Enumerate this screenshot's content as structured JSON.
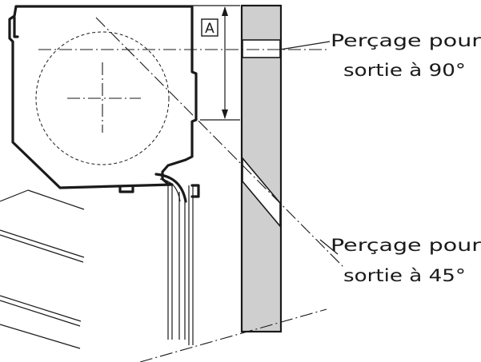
{
  "diagram": {
    "labels": {
      "drill_90_line1": "Perçage pour",
      "drill_90_line2": "sortie à 90°",
      "drill_45_line1": "Perçage pour",
      "drill_45_line2": "sortie à 45°",
      "dimension_marker": "A"
    },
    "colors": {
      "line": "#1a1a1a",
      "wall_fill": "#cfcfcf",
      "background": "#ffffff"
    }
  }
}
